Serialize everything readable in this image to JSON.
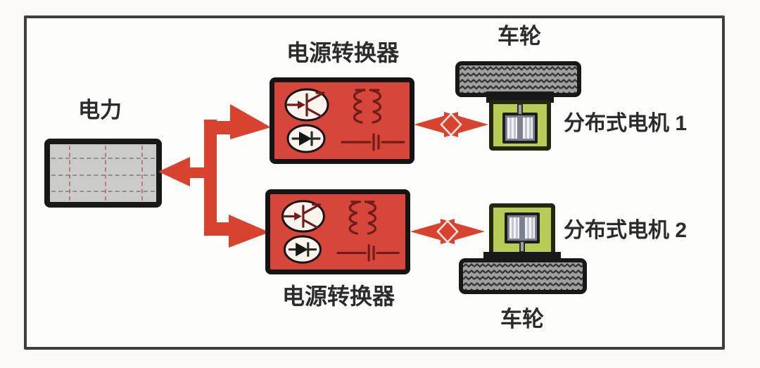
{
  "labels": {
    "power": "电力",
    "converter_top": "电源转换器",
    "converter_bottom": "电源转换器",
    "wheel_top": "车轮",
    "wheel_bottom": "车轮",
    "motor_1": "分布式电机 1",
    "motor_2": "分布式电机 2"
  },
  "colors": {
    "arrow_red": "#d8432f",
    "converter_fill": "#d7463a",
    "converter_symbol": "#6f1d18",
    "motor_green": "#b7cb57",
    "battery_fill": "#cbcbca",
    "wheel_fill": "#a0a0a0",
    "wheel_tread": "#383838",
    "outline_black": "#181818",
    "frame_border": "#3e3e3e",
    "text": "#2b2b2b",
    "background": "#faf9f7"
  }
}
